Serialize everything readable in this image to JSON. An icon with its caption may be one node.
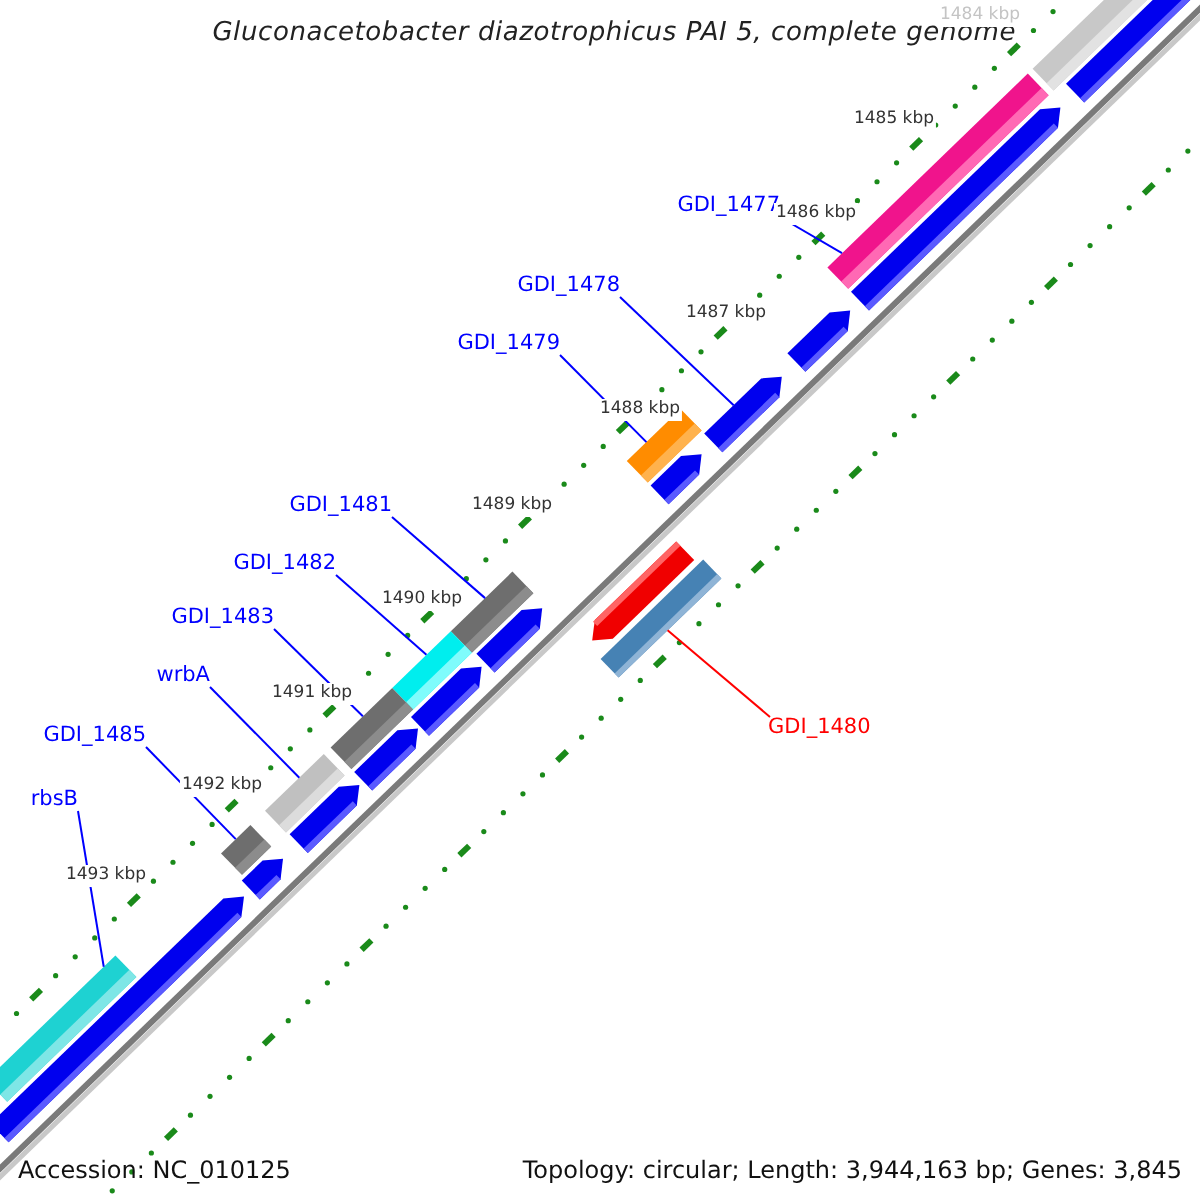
{
  "diagram": {
    "title": "Gluconacetobacter diazotrophicus PAI 5, complete genome",
    "nodes": [
      {
        "text": [
          "GDI_1477"
        ]
      },
      {
        "text": [
          "GDI_1478"
        ]
      },
      {
        "text": [
          "GDI_1479"
        ]
      },
      {
        "text": [
          "GDI_1481"
        ]
      },
      {
        "text": [
          "GDI_1482"
        ]
      },
      {
        "text": [
          "GDI_1483"
        ]
      },
      {
        "text": [
          "wrbA"
        ]
      },
      {
        "text": [
          "GDI_1480"
        ]
      },
      {
        "text": [
          "GDI_1485"
        ]
      },
      {
        "text": [
          "rbsB"
        ]
      },
      {
        "text": [],
        "shape": "bar"
      },
      {
        "text": [],
        "shape": "arrow"
      },
      {
        "text": [],
        "shape": "bar"
      },
      {
        "text": [],
        "shape": "bar"
      },
      {
        "text": [],
        "shape": "bar"
      },
      {
        "text": [],
        "shape": "bar"
      },
      {
        "text": [],
        "shape": "bar"
      },
      {
        "text": [],
        "shape": "bar"
      },
      {
        "text": [],
        "shape": "bar"
      },
      {
        "text": [],
        "shape": "bar"
      }
    ],
    "edges": [
      {
        "from": 0,
        "to": 10,
        "arrow": "none"
      },
      {
        "from": 1,
        "to": 11,
        "arrow": "none"
      },
      {
        "from": 2,
        "to": 12,
        "arrow": "none"
      },
      {
        "from": 3,
        "to": 13,
        "arrow": "none"
      },
      {
        "from": 4,
        "to": 15,
        "arrow": "none"
      },
      {
        "from": 5,
        "to": 16,
        "arrow": "none"
      },
      {
        "from": 6,
        "to": 17,
        "arrow": "none"
      },
      {
        "from": 7,
        "to": 14,
        "arrow": "none",
        "color": "#ff0000"
      },
      {
        "from": 8,
        "to": 18,
        "arrow": "none"
      },
      {
        "from": 9,
        "to": 19,
        "arrow": "none"
      }
    ],
    "labels": [
      "1484 kbp",
      "1485 kbp",
      "1486 kbp",
      "1487 kbp",
      "1488 kbp",
      "1489 kbp",
      "1490 kbp",
      "1491 kbp",
      "1492 kbp",
      "1493 kbp",
      "Accession: NC_010125",
      "Topology: circular; Length: 3,944,163 bp; Genes: 3,845"
    ]
  }
}
